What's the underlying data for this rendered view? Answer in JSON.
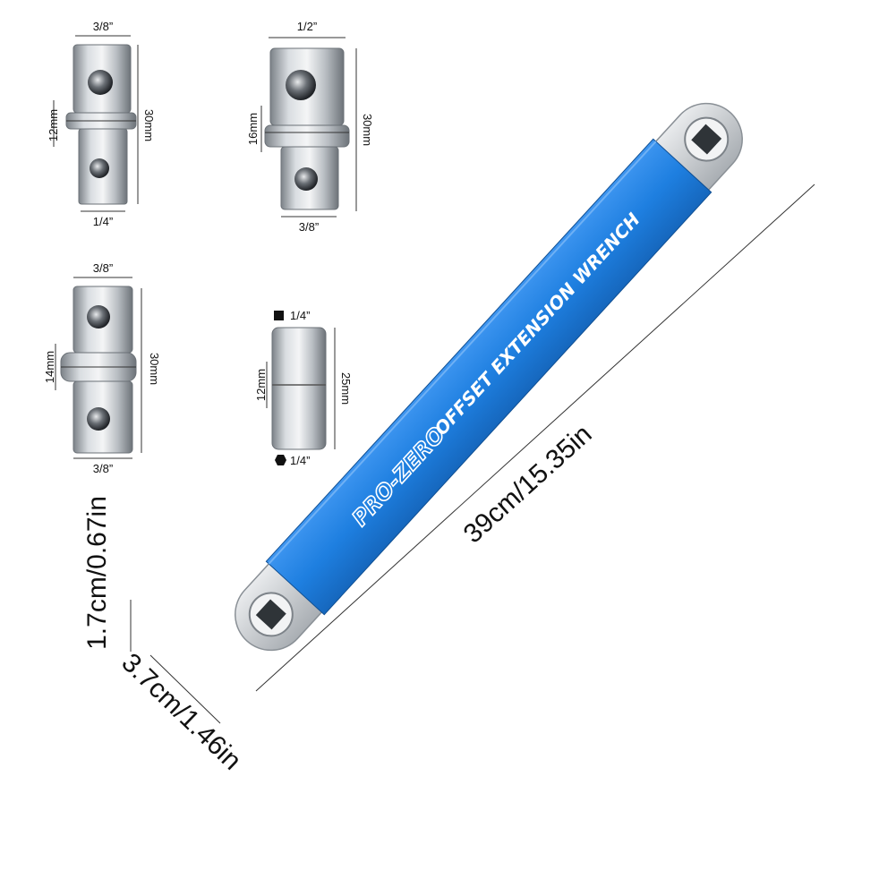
{
  "adapters": [
    {
      "top_size": "3/8”",
      "bottom_size": "1/4”",
      "middle_dim": "12mm",
      "length_dim": "30mm"
    },
    {
      "top_size": "1/2”",
      "bottom_size": "3/8”",
      "middle_dim": "16mm",
      "length_dim": "30mm"
    },
    {
      "top_size": "3/8”",
      "bottom_size": "3/8”",
      "middle_dim": "14mm",
      "length_dim": "30mm"
    }
  ],
  "bit_socket": {
    "top_size": "1/4”",
    "bottom_size": "1/4”",
    "middle_dim": "12mm",
    "length_dim": "25mm"
  },
  "wrench": {
    "brand": "PRO-ZERO",
    "title": "OFFSET EXTENSION WRENCH",
    "length_label": "39cm/15.35in",
    "thickness_label": "1.7cm/0.67in",
    "width_label": "3.7cm/1.46in",
    "color": "#1e7fe0"
  }
}
